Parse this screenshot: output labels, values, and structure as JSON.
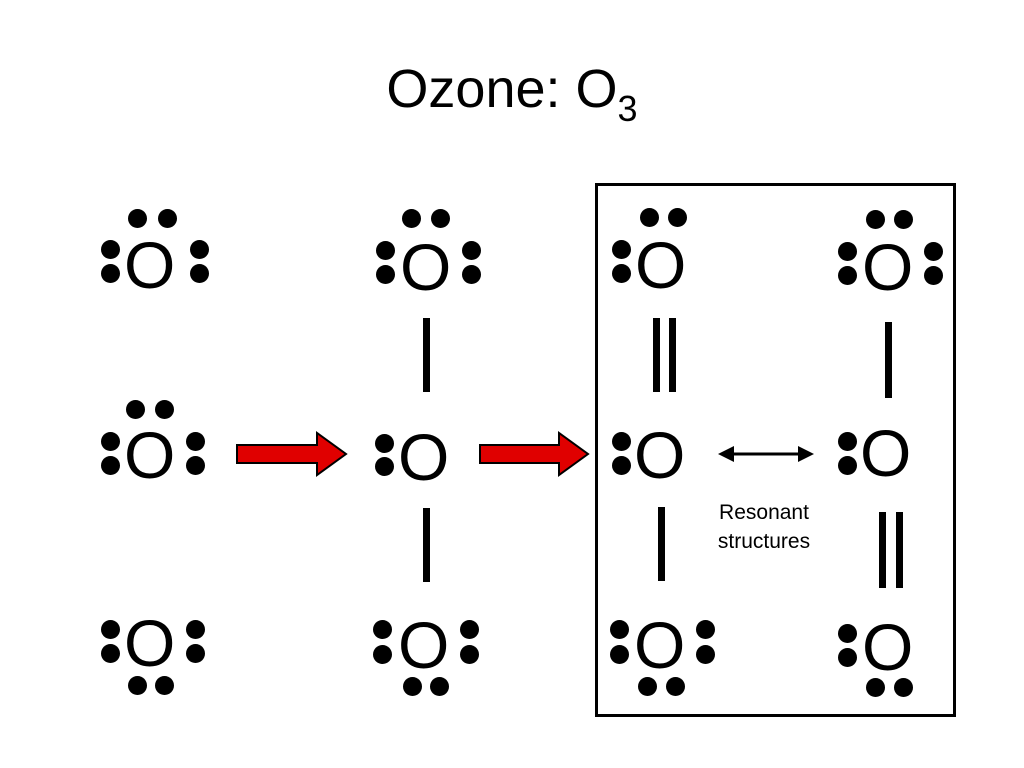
{
  "title": {
    "main": "Ozone: O",
    "subscript": "3"
  },
  "atoms": [
    {
      "id": "c1-top",
      "label": "O"
    },
    {
      "id": "c1-mid",
      "label": "O"
    },
    {
      "id": "c1-bot",
      "label": "O"
    },
    {
      "id": "c2-top",
      "label": "O"
    },
    {
      "id": "c2-mid",
      "label": "O"
    },
    {
      "id": "c2-bot",
      "label": "O"
    },
    {
      "id": "c3-top",
      "label": "O"
    },
    {
      "id": "c3-mid",
      "label": "O"
    },
    {
      "id": "c3-bot",
      "label": "O"
    },
    {
      "id": "c4-top",
      "label": "O"
    },
    {
      "id": "c4-mid",
      "label": "O"
    },
    {
      "id": "c4-bot",
      "label": "O"
    }
  ],
  "resonance_label": {
    "line1": "Resonant",
    "line2": "structures"
  },
  "colors": {
    "arrow": "#e00000",
    "ink": "#000000"
  }
}
